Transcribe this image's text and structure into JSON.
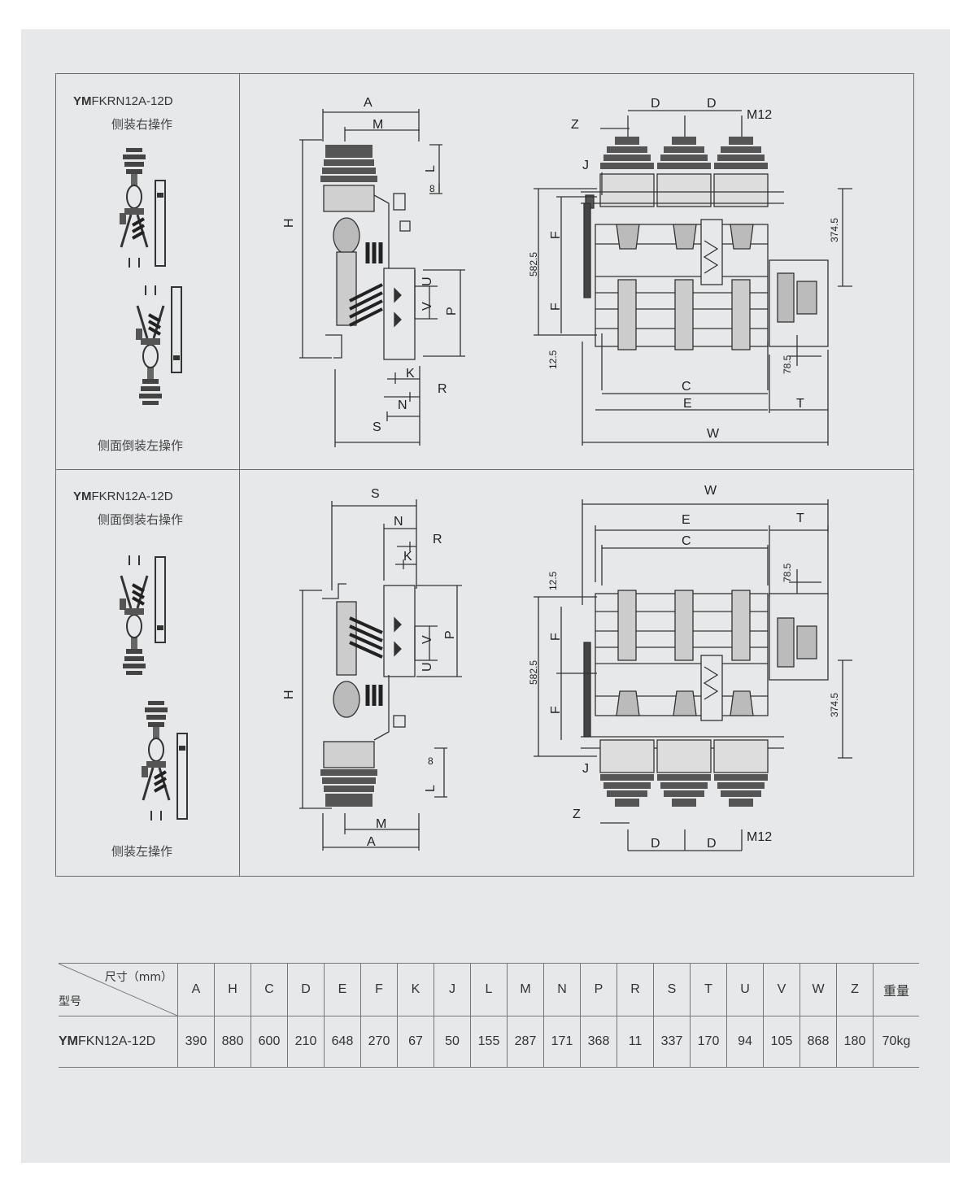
{
  "blocks": [
    {
      "model_prefix": "YM",
      "model_suffix": "FKRN12A-12D",
      "caption_top": "侧装右操作",
      "caption_bottom": "侧面倒装左操作"
    },
    {
      "model_prefix": "YM",
      "model_suffix": "FKRN12A-12D",
      "caption_top": "侧面倒装右操作",
      "caption_bottom": "侧装左操作"
    }
  ],
  "side_view_1": {
    "A": "A",
    "M": "M",
    "L": "L",
    "eight": "8",
    "H": "H",
    "U": "U",
    "V": "V",
    "P": "P",
    "K": "K",
    "R": "R",
    "N": "N",
    "S": "S"
  },
  "front_view_1": {
    "D1": "D",
    "D2": "D",
    "Z": "Z",
    "M12": "M12",
    "J": "J",
    "F1": "F",
    "F2": "F",
    "h5825": "582.5",
    "h125": "12.5",
    "h3745": "374.5",
    "h785": "78.5",
    "C": "C",
    "E": "E",
    "T": "T",
    "W": "W"
  },
  "side_view_2": {
    "S": "S",
    "N": "N",
    "R": "R",
    "K": "K",
    "V": "V",
    "U": "U",
    "P": "P",
    "H": "H",
    "eight": "8",
    "L": "L",
    "M": "M",
    "A": "A"
  },
  "front_view_2": {
    "W": "W",
    "E": "E",
    "T": "T",
    "C": "C",
    "h125": "12.5",
    "h785": "78.5",
    "F1": "F",
    "F2": "F",
    "h5825": "582.5",
    "h3745": "374.5",
    "J": "J",
    "Z": "Z",
    "D1": "D",
    "D2": "D",
    "M12": "M12"
  },
  "table": {
    "unit_header": "尺寸（mm）",
    "model_header": "型号",
    "columns": [
      "A",
      "H",
      "C",
      "D",
      "E",
      "F",
      "K",
      "J",
      "L",
      "M",
      "N",
      "P",
      "R",
      "S",
      "T",
      "U",
      "V",
      "W",
      "Z",
      "重量"
    ],
    "row": {
      "model_prefix": "YM",
      "model_suffix": "FKN12A-12D",
      "values": [
        "390",
        "880",
        "600",
        "210",
        "648",
        "270",
        "67",
        "50",
        "155",
        "287",
        "171",
        "368",
        "11",
        "337",
        "170",
        "94",
        "105",
        "868",
        "180",
        "70kg"
      ]
    }
  }
}
